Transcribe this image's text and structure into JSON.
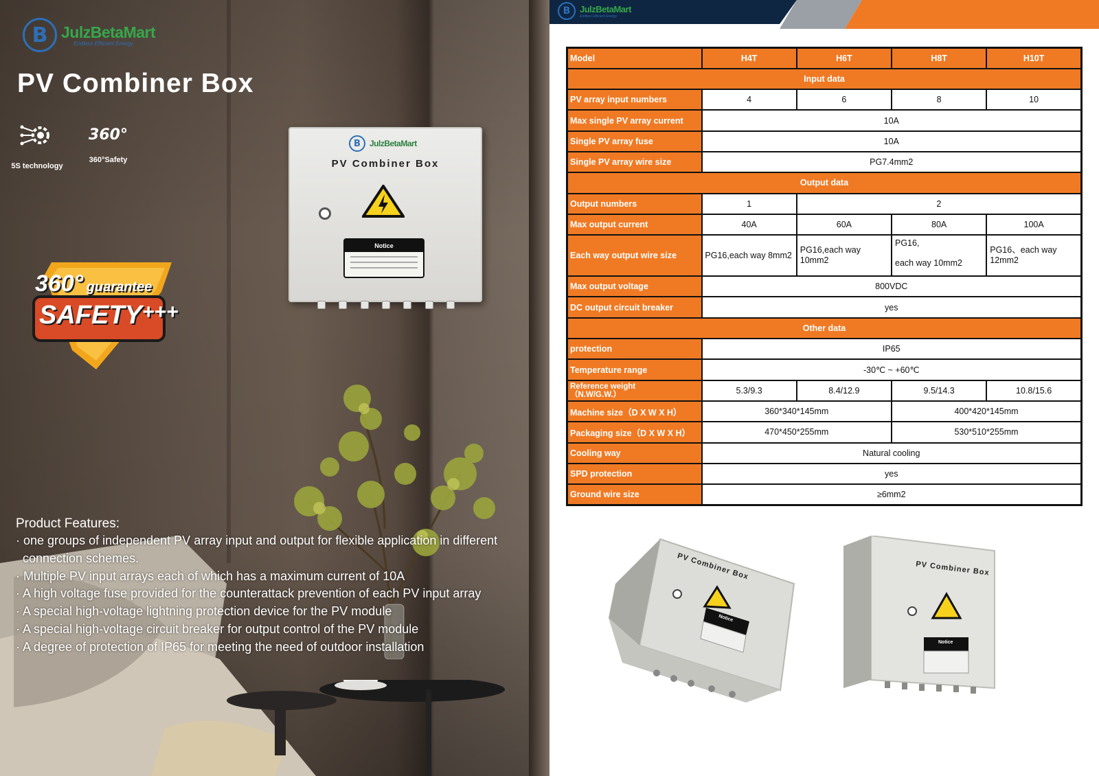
{
  "brand": {
    "name": "JulzBetaMart",
    "tagline": "Endless Efficient Energy",
    "logo_glyph": "B",
    "colors": {
      "logo_ring": "#2c6fb7",
      "name_green": "#35a84a"
    }
  },
  "left": {
    "title": "PV Combiner Box",
    "icons": [
      {
        "icon": "gear-network-icon",
        "label": "5S technology"
      },
      {
        "icon": "rotate-360-icon",
        "glyph": "360°",
        "label": "360°Safety"
      }
    ],
    "badge": {
      "line1": "360°",
      "line1b": "guarantee",
      "line2": "SAFETY",
      "line2b": "+++"
    },
    "product_box": {
      "title": "PV Combiner Box",
      "notice": "Notice",
      "warning_icon": "high-voltage-warning-icon"
    },
    "features": {
      "title": "Product Features:",
      "items": [
        "· one groups of independent PV array input and output for flexible application in different connection schemes.",
        "· Multiple PV input arrays each of which has a maximum current of 10A",
        "· A high voltage fuse provided for the counterattack prevention of each PV input array",
        "· A special high-voltage lightning protection device for the PV module",
        "· A special high-voltage circuit breaker for output control of the PV module",
        "· A degree of protection of IP65 for meeting the need of outdoor installation"
      ]
    }
  },
  "right": {
    "header_colors": {
      "dark": "#0f2642",
      "gray": "#9aa0a6",
      "orange": "#f07a24"
    },
    "table": {
      "header": [
        "Model",
        "H4T",
        "H6T",
        "H8T",
        "H10T"
      ],
      "sections": {
        "input": "Input data",
        "output": "Output data",
        "other": "Other data"
      },
      "rows": {
        "pv_inputs": {
          "label": "PV array input numbers",
          "values": [
            "4",
            "6",
            "8",
            "10"
          ]
        },
        "max_single_current": {
          "label": "Max single PV array current",
          "value": "10A"
        },
        "single_fuse": {
          "label": "Single PV array fuse",
          "value": "10A"
        },
        "single_wire": {
          "label": "Single PV array wire size",
          "value": "PG7.4mm2"
        },
        "output_numbers": {
          "label": "Output numbers",
          "values": [
            "1",
            "2"
          ]
        },
        "max_output_current": {
          "label": "Max output current",
          "values": [
            "40A",
            "60A",
            "80A",
            "100A"
          ]
        },
        "output_wire": {
          "label": "Each way output wire size",
          "values": [
            "PG16,each way 8mm2",
            "PG16,each way 10mm2",
            "PG16,",
            "each way 10mm2",
            "PG16、each way 12mm2"
          ]
        },
        "max_output_voltage": {
          "label": "Max output voltage",
          "value": "800VDC"
        },
        "dc_breaker": {
          "label": "DC output circuit breaker",
          "value": "yes"
        },
        "protection": {
          "label": "protection",
          "value": "IP65"
        },
        "temperature": {
          "label": "Temperature range",
          "value": "-30℃ ~ +60℃"
        },
        "weight": {
          "label": "Reference weight",
          "label2": "（N.W/G.W.）",
          "values": [
            "5.3/9.3",
            "8.4/12.9",
            "9.5/14.3",
            "10.8/15.6"
          ]
        },
        "machine_size": {
          "label": "Machine size（D X W X H）",
          "values": [
            "360*340*145mm",
            "400*420*145mm"
          ]
        },
        "packaging_size": {
          "label": "Packaging size（D X W X H）",
          "values": [
            "470*450*255mm",
            "530*510*255mm"
          ]
        },
        "cooling": {
          "label": "Cooling way",
          "value": "Natural cooling"
        },
        "spd": {
          "label": "SPD protection",
          "value": "yes"
        },
        "ground_wire": {
          "label": "Ground wire size",
          "value": "≥6mm2"
        }
      }
    },
    "photos": [
      {
        "title": "PV Combiner Box",
        "notice": "Notice"
      },
      {
        "title": "PV Combiner Box",
        "notice": "Notice"
      }
    ]
  }
}
